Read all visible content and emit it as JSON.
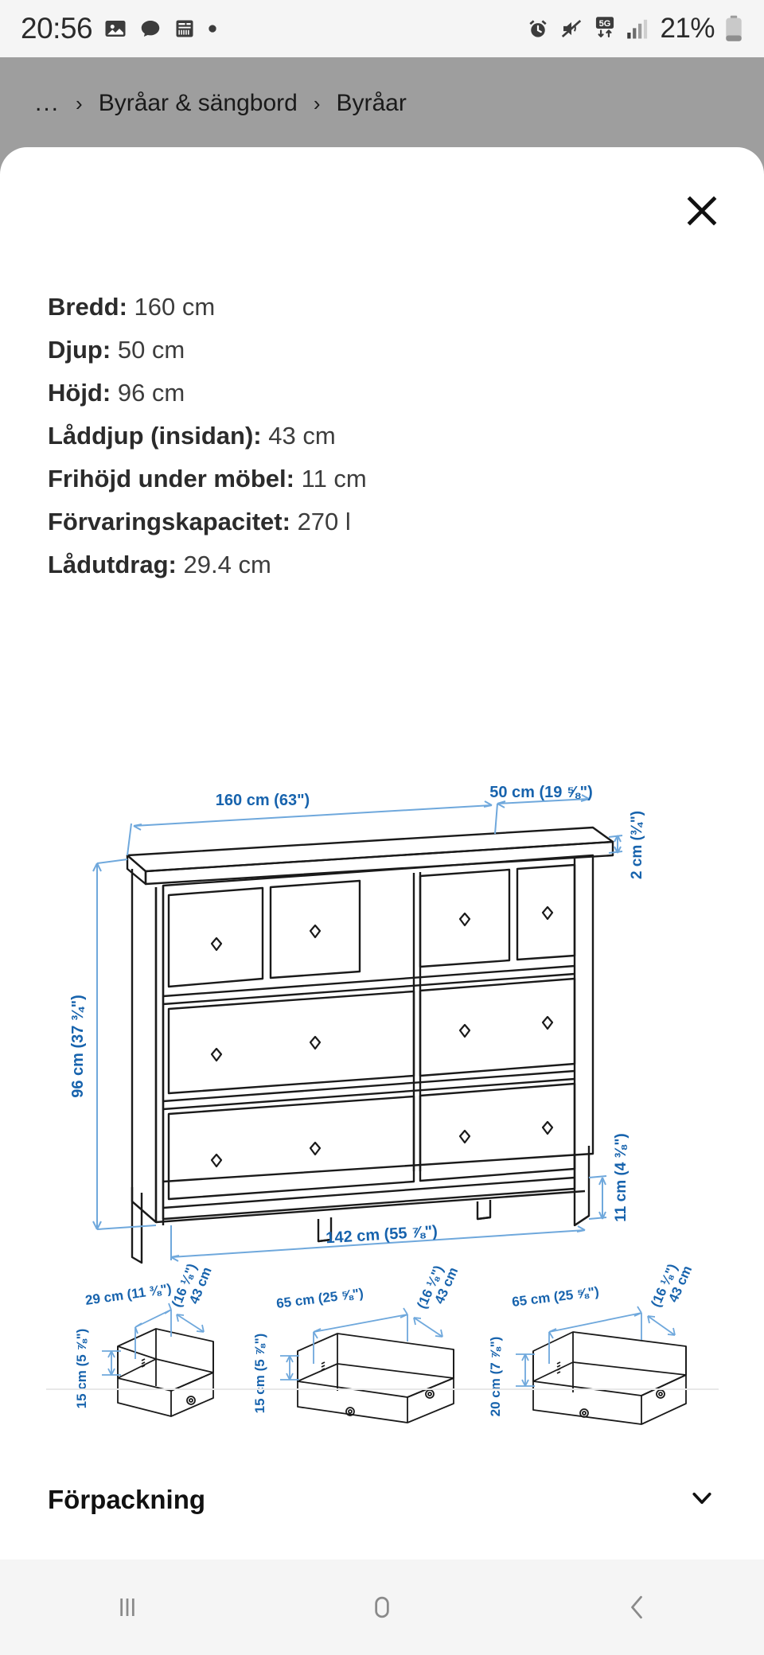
{
  "status_bar": {
    "time": "20:56",
    "battery_percent": "21%",
    "left_icons": [
      "photo-icon",
      "chat-bubble-icon",
      "news-icon",
      "dot-icon"
    ],
    "right_icons": [
      "alarm-icon",
      "mute-icon",
      "5g-icon",
      "signal-icon",
      "battery-icon"
    ],
    "network_label": "5G",
    "bg_color": "#f5f5f5"
  },
  "breadcrumb": {
    "ellipsis": "...",
    "separator": "›",
    "items": [
      {
        "label": "Byråar & sängbord"
      },
      {
        "label": "Byråar"
      }
    ],
    "bg_color": "#9e9e9e"
  },
  "sheet": {
    "close_icon": "close-icon"
  },
  "specs": [
    {
      "key": "Bredd:",
      "value": "160 cm"
    },
    {
      "key": "Djup:",
      "value": "50 cm"
    },
    {
      "key": "Höjd:",
      "value": "96 cm"
    },
    {
      "key": "Låddjup (insidan):",
      "value": "43 cm"
    },
    {
      "key": "Frihöjd under möbel:",
      "value": "11 cm"
    },
    {
      "key": "Förvaringskapacitet:",
      "value": "270 l"
    },
    {
      "key": "Lådutdrag:",
      "value": "29.4 cm"
    }
  ],
  "diagram": {
    "line_color": "#1a1a1a",
    "dim_color": "#1763ad",
    "dim_line_color": "#6fa8dc",
    "dresser": {
      "width": "160 cm (63\")",
      "depth": "50 cm (19 ⅝\")",
      "top_thickness": "2 cm (¾\")",
      "height": "96 cm (37 ¾\")",
      "clearance": "11 cm (4 ⅜\")",
      "base_width": "142 cm (55 ⅞\")"
    },
    "drawers": [
      {
        "name": "small-drawer",
        "width": "29 cm (11 ⅜\")",
        "depth_line1": "43 cm",
        "depth_line2": "(16 ⅛\")",
        "height": "15 cm (5 ⅞\")"
      },
      {
        "name": "medium-drawer",
        "width": "65 cm (25 ⅝\")",
        "depth_line1": "43 cm",
        "depth_line2": "(16 ⅛\")",
        "height": "15 cm (5 ⅞\")"
      },
      {
        "name": "large-drawer",
        "width": "65 cm (25 ⅝\")",
        "depth_line1": "43 cm",
        "depth_line2": "(16 ⅛\")",
        "height": "20 cm (7 ⅞\")"
      }
    ]
  },
  "accordion": {
    "title": "Förpackning",
    "chevron_icon": "chevron-down-icon"
  },
  "nav_bar": {
    "recents_icon": "recents-icon",
    "home_icon": "home-icon",
    "back_icon": "back-icon",
    "bg_color": "#f5f5f5"
  }
}
